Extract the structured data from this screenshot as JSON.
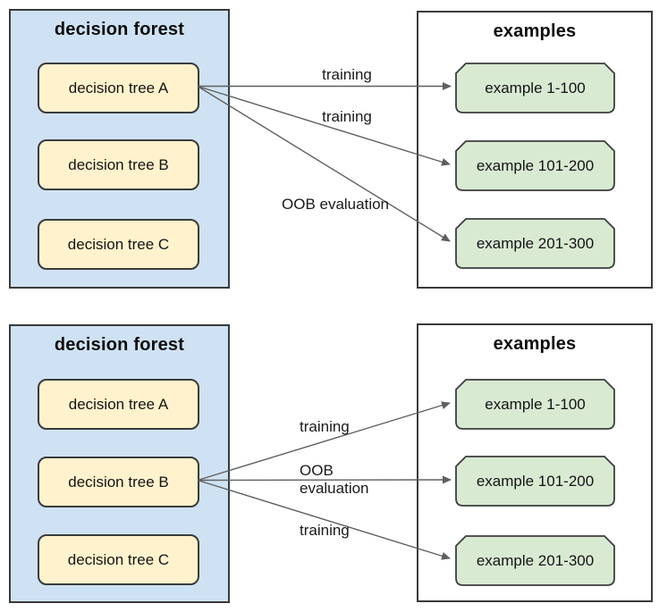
{
  "colors": {
    "forest_fill": "#cfe2f3",
    "tree_fill": "#fff2cc",
    "example_fill": "#d9ead3",
    "box_border": "#3a3a3a",
    "arrow": "#5f5f5f",
    "text": "#141414"
  },
  "diagrams": [
    {
      "name": "top",
      "forest": {
        "title": "decision forest",
        "trees": [
          "decision tree A",
          "decision tree B",
          "decision tree C"
        ]
      },
      "examples": {
        "title": "examples",
        "items": [
          "example 1-100",
          "example 101-200",
          "example 201-300"
        ]
      },
      "arrows": [
        {
          "from": "decision tree A",
          "to": "example 1-100",
          "label": "training"
        },
        {
          "from": "decision tree A",
          "to": "example 101-200",
          "label": "training"
        },
        {
          "from": "decision tree A",
          "to": "example 201-300",
          "label": "OOB evaluation"
        }
      ]
    },
    {
      "name": "bottom",
      "forest": {
        "title": "decision forest",
        "trees": [
          "decision tree A",
          "decision tree B",
          "decision tree C"
        ]
      },
      "examples": {
        "title": "examples",
        "items": [
          "example 1-100",
          "example 101-200",
          "example 201-300"
        ]
      },
      "arrows": [
        {
          "from": "decision tree B",
          "to": "example 1-100",
          "label": "training"
        },
        {
          "from": "decision tree B",
          "to": "example 101-200",
          "label": "OOB evaluation"
        },
        {
          "from": "decision tree B",
          "to": "example 201-300",
          "label": "training"
        }
      ]
    }
  ]
}
